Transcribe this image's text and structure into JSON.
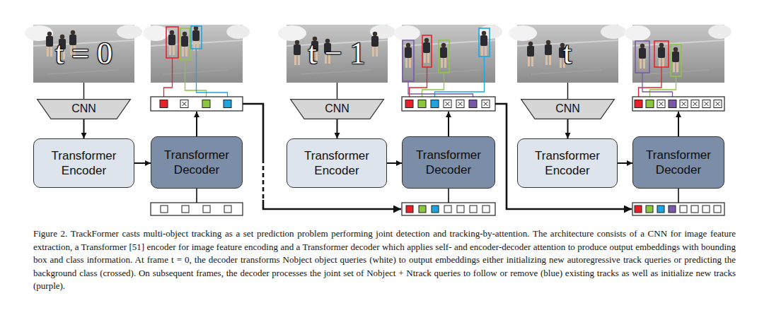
{
  "diagram": {
    "caption": "Figure 2. TrackFormer casts multi-object tracking as a set prediction problem performing joint detection and tracking-by-attention. The architecture consists of a CNN for image feature extraction, a Transformer [51] encoder for image feature encoding and a Transformer decoder which applies self- and encoder-decoder attention to produce output embeddings with bounding box and class information. At frame t = 0, the decoder transforms Nobject object queries (white) to output embeddings either initializing new autoregressive track queries or predicting the background class (crossed). On subsequent frames, the decoder processes the joint set of Nobject + Ntrack queries to follow or remove (blue) existing tracks as well as initialize new tracks (purple).",
    "nodes": [
      {
        "text": [
          "t = 0"
        ]
      },
      {
        "text": [
          "CNN"
        ]
      },
      {
        "text": [
          "Transformer Encoder"
        ]
      },
      {
        "text": [
          "Transformer Decoder"
        ]
      },
      {
        "text": [
          "t − 1"
        ]
      },
      {
        "text": [
          "CNN"
        ]
      },
      {
        "text": [
          "Transformer Encoder"
        ]
      },
      {
        "text": [
          "Transformer Decoder"
        ]
      },
      {
        "text": [
          "t"
        ]
      },
      {
        "text": [
          "CNN"
        ]
      },
      {
        "text": [
          "Transformer Encoder"
        ]
      },
      {
        "text": [
          "Transformer Decoder"
        ]
      }
    ],
    "edges": [
      {
        "from": 0,
        "to": 1,
        "arrow": "none"
      },
      {
        "from": 1,
        "to": 2,
        "arrow": "to"
      },
      {
        "from": 2,
        "to": 3,
        "arrow": "to"
      },
      {
        "from": 4,
        "to": 5,
        "arrow": "none"
      },
      {
        "from": 5,
        "to": 6,
        "arrow": "to"
      },
      {
        "from": 6,
        "to": 7,
        "arrow": "to"
      },
      {
        "from": 8,
        "to": 9,
        "arrow": "none"
      },
      {
        "from": 9,
        "to": 10,
        "arrow": "to"
      },
      {
        "from": 10,
        "to": 11,
        "arrow": "to"
      }
    ]
  }
}
